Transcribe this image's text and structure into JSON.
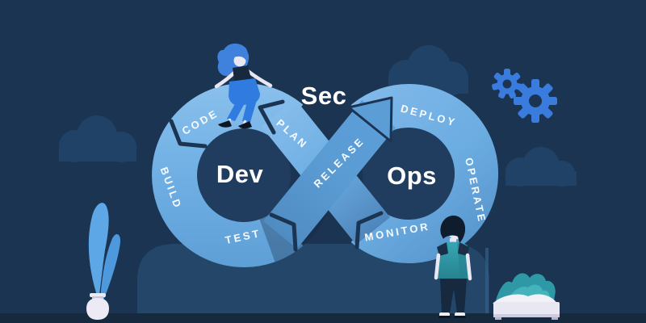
{
  "scene": {
    "titles": {
      "dev": "Dev",
      "ops": "Ops",
      "sec": "Sec"
    },
    "stages": [
      {
        "id": "code",
        "label": "CODE"
      },
      {
        "id": "plan",
        "label": "PLAN"
      },
      {
        "id": "build",
        "label": "BUILD"
      },
      {
        "id": "test",
        "label": "TEST"
      },
      {
        "id": "release",
        "label": "RELEASE"
      },
      {
        "id": "deploy",
        "label": "DEPLOY"
      },
      {
        "id": "operate",
        "label": "OPERATE"
      },
      {
        "id": "monitor",
        "label": "MONITOR"
      }
    ],
    "palette": {
      "background": "#1B3452",
      "loop_light": "#8AC0EC",
      "loop_mid": "#6FAFE4",
      "release_band": "#5A9BD3",
      "inner_hole": "#203D60",
      "cloud": "#214267",
      "hill": "#244769",
      "floor": "#15293F",
      "gear_blue": "#3A7CDE",
      "plant_teal": "#2E98A6",
      "figure_blue": "#2F7BE0",
      "text_white": "#FFFFFF"
    }
  }
}
